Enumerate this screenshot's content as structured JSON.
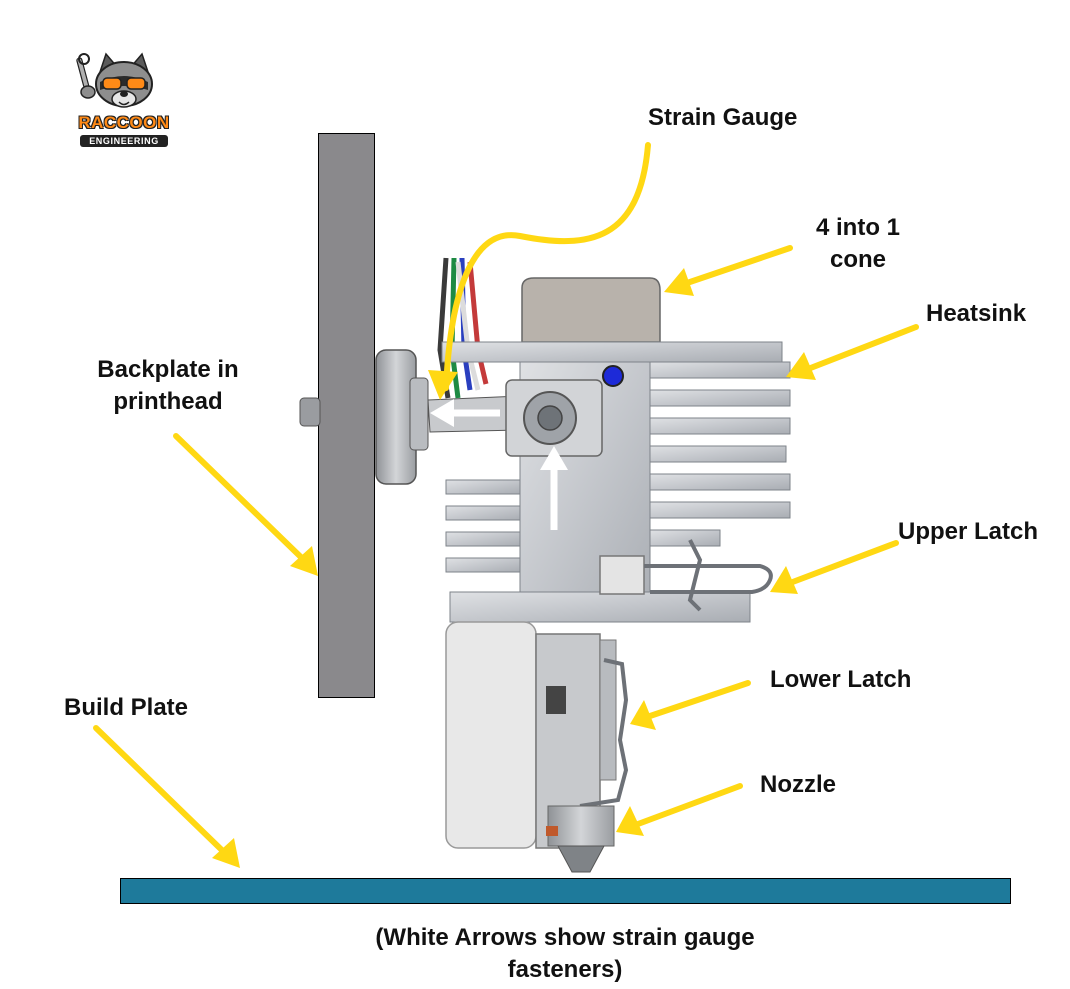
{
  "logo": {
    "line1": "RACCOON",
    "line2": "ENGINEERING"
  },
  "labels": {
    "strain_gauge": "Strain Gauge",
    "cone_line1": "4 into 1",
    "cone_line2": "cone",
    "heatsink": "Heatsink",
    "backplate_line1": "Backplate in",
    "backplate_line2": "printhead",
    "upper_latch": "Upper Latch",
    "lower_latch": "Lower Latch",
    "build_plate": "Build Plate",
    "nozzle": "Nozzle"
  },
  "caption": {
    "line1": "(White Arrows show strain gauge",
    "line2": "fasteners)"
  },
  "colors": {
    "callout_arrow": "#ffd813",
    "fastener_arrow": "#ffffff",
    "backplate": "#8a898c",
    "build_plate": "#1e7a9b",
    "aluminum": "#c9ccd0",
    "logo_orange": "#ff8a17"
  }
}
